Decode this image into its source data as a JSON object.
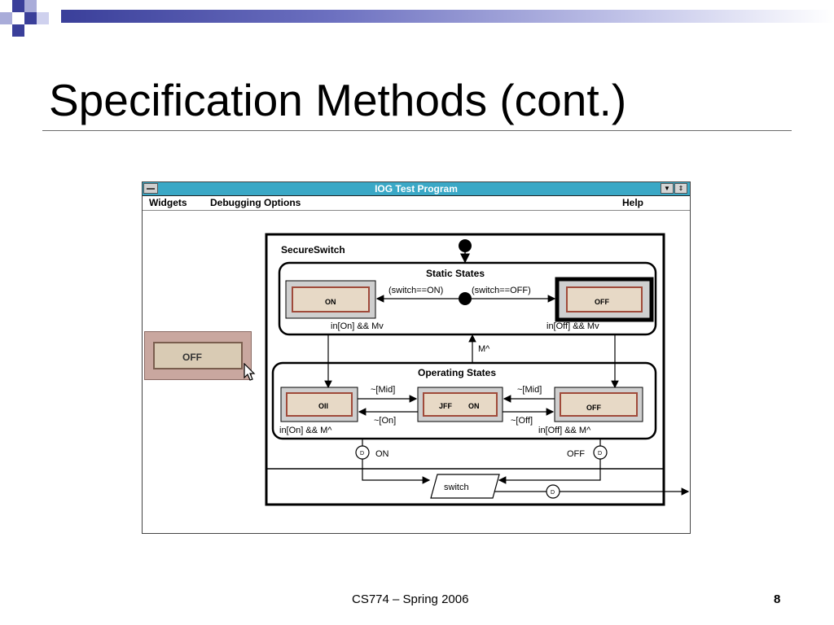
{
  "slide": {
    "title": "Specification Methods (cont.)",
    "footer": "CS774 – Spring 2006",
    "page_number": "8"
  },
  "window": {
    "title": "IOG Test Program",
    "menu": [
      "Widgets",
      "Debugging Options",
      "Help"
    ],
    "minimize_glyph": "▼",
    "restore_glyph": "⇕"
  },
  "widget": {
    "off_label": "OFF"
  },
  "diagram": {
    "outer_label": "SecureSwitch",
    "static_group_label": "Static States",
    "operating_group_label": "Operating States",
    "switch_on_label": "ON",
    "switch_off_label": "OFF",
    "op_off_label": "OFF",
    "mid_left_label": "JFF",
    "mid_right_label": "ON",
    "op_on_label": "OII",
    "guard_on": "(switch==ON)",
    "guard_off": "(switch==OFF)",
    "in_on_mv": "in[On] && Mv",
    "in_off_mv": "in[Off] && Mv",
    "m_up": "M^",
    "mid_guard_1": "~[Mid]",
    "mid_guard_2": "~[Mid]",
    "on_guard": "~[On]",
    "off_guard": "~[Off]",
    "in_on_m_up": "in[On] && M^",
    "in_off_m_up": "in[Off] && M^",
    "on_event": "ON",
    "off_event": "OFF",
    "switch_datastore": "switch",
    "d_marker": "D"
  }
}
